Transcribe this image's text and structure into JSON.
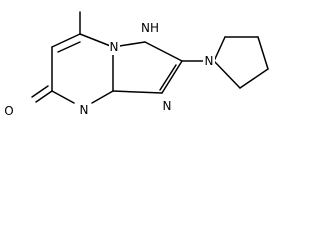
{
  "molecule": {
    "atoms": {
      "nh_label": "NH",
      "n_bridge_label": "N",
      "n_pyrimidine_label": "N",
      "n_triazole_label": "N",
      "n_pyrrolidine_label": "N",
      "o_label": "O"
    }
  }
}
